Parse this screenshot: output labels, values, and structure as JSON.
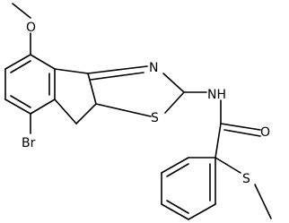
{
  "atoms": {
    "methoxy_o": "O",
    "ring_n": "N",
    "amide_nh": "NH",
    "carbonyl_o": "O",
    "ring_s": "S",
    "thioether_s": "S",
    "bromo": "Br"
  },
  "colors": {
    "bond": "#000000",
    "label": "#000000",
    "background": "#ffffff"
  }
}
